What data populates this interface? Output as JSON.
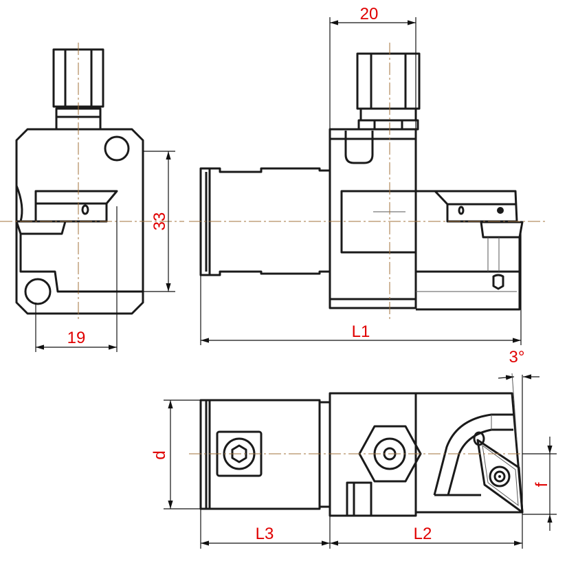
{
  "drawing": {
    "title": "Boring tool holder with coolant connection",
    "colors": {
      "dimension_text": "#e00000",
      "centerline": "#a0703a",
      "outline": "#1a1a1a"
    },
    "dimensions": {
      "width_top": "20",
      "height": "33",
      "width_left": "19",
      "length_total": "L1",
      "angle": "3°",
      "diameter": "d",
      "offset": "f",
      "length_shank": "L3",
      "length_head": "L2"
    }
  }
}
